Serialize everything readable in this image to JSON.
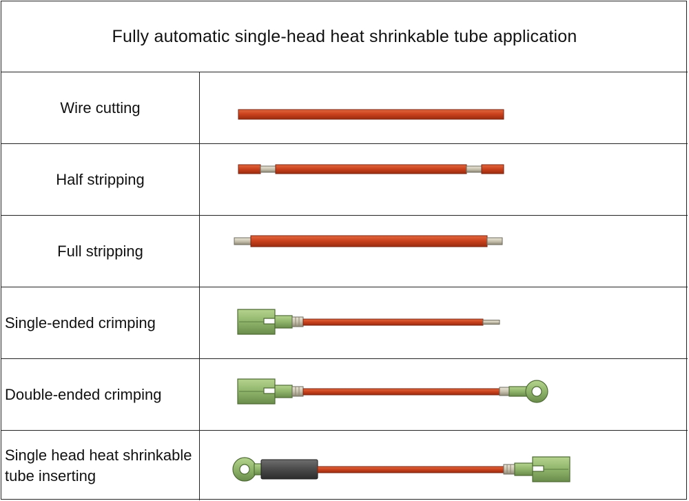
{
  "title": "Fully automatic single-head heat shrinkable tube application",
  "rows": [
    {
      "label": "Wire cutting"
    },
    {
      "label": "Half stripping"
    },
    {
      "label": "Full stripping"
    },
    {
      "label": "Single-ended crimping"
    },
    {
      "label": "Double-ended crimping"
    },
    {
      "label": "Single head heat shrinkable tube inserting"
    }
  ],
  "colors": {
    "wire": "#c8401c",
    "conductor": "#c9c3b0",
    "terminal": "#8fb46a",
    "heat_shrink_tube": "#4a4a4a",
    "border": "#222222"
  }
}
